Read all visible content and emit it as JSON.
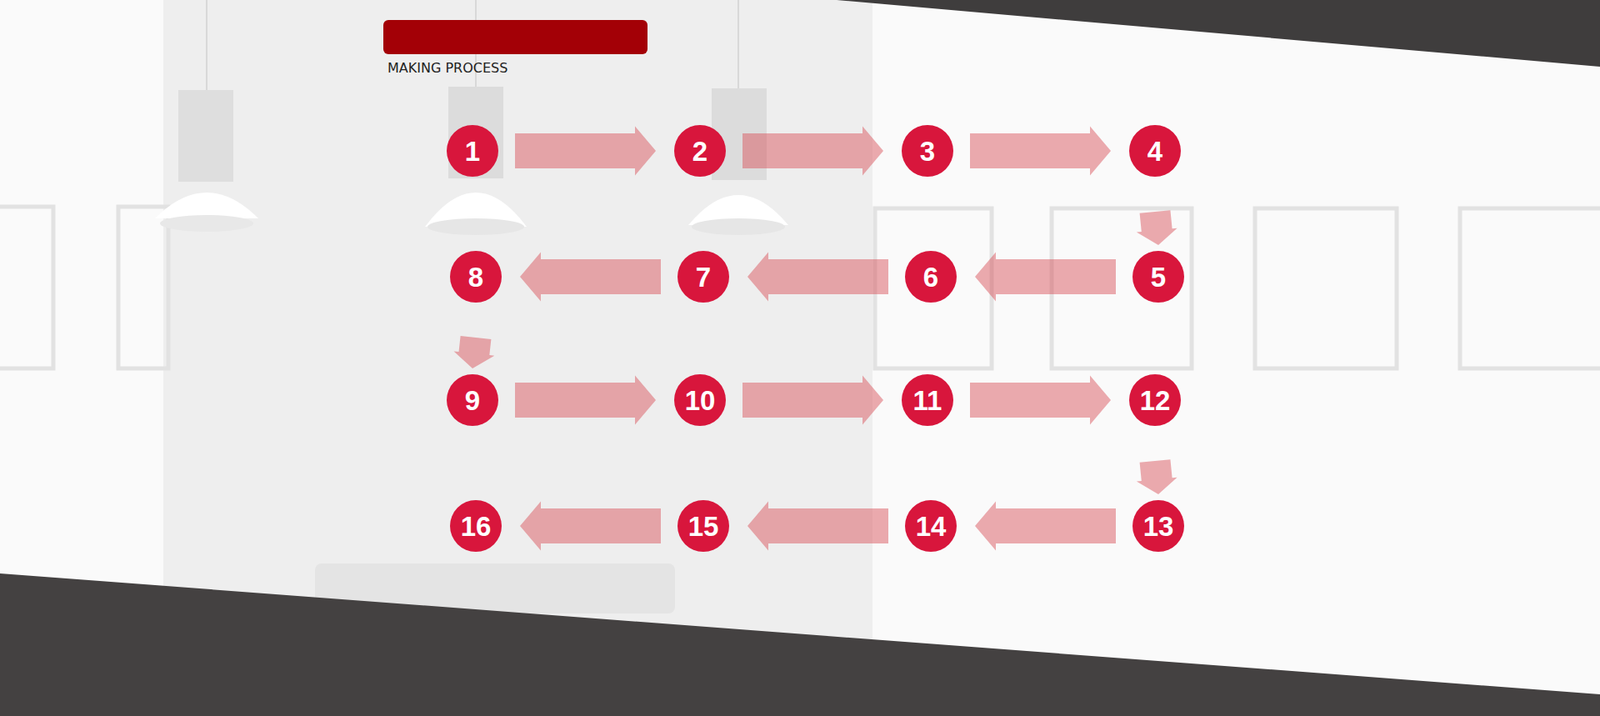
{
  "diagram": {
    "title": "MAKING PROCESS",
    "nodes": [
      {
        "text": [
          "1"
        ]
      },
      {
        "text": [
          "2"
        ]
      },
      {
        "text": [
          "3"
        ]
      },
      {
        "text": [
          "4"
        ]
      },
      {
        "text": [
          "5"
        ]
      },
      {
        "text": [
          "6"
        ]
      },
      {
        "text": [
          "7"
        ]
      },
      {
        "text": [
          "8"
        ]
      },
      {
        "text": [
          "9"
        ]
      },
      {
        "text": [
          "10"
        ]
      },
      {
        "text": [
          "11"
        ]
      },
      {
        "text": [
          "12"
        ]
      },
      {
        "text": [
          "13"
        ]
      },
      {
        "text": [
          "14"
        ]
      },
      {
        "text": [
          "15"
        ]
      },
      {
        "text": [
          "16"
        ]
      }
    ],
    "edges": [
      {
        "from": 0,
        "to": 1,
        "arrow": "to"
      },
      {
        "from": 1,
        "to": 2,
        "arrow": "to"
      },
      {
        "from": 2,
        "to": 3,
        "arrow": "to"
      },
      {
        "from": 3,
        "to": 4,
        "arrow": "to"
      },
      {
        "from": 4,
        "to": 5,
        "arrow": "to"
      },
      {
        "from": 5,
        "to": 6,
        "arrow": "to"
      },
      {
        "from": 6,
        "to": 7,
        "arrow": "to"
      },
      {
        "from": 7,
        "to": 8,
        "arrow": "to"
      },
      {
        "from": 8,
        "to": 9,
        "arrow": "to"
      },
      {
        "from": 9,
        "to": 10,
        "arrow": "to"
      },
      {
        "from": 10,
        "to": 11,
        "arrow": "to"
      },
      {
        "from": 11,
        "to": 12,
        "arrow": "to"
      },
      {
        "from": 12,
        "to": 13,
        "arrow": "to"
      },
      {
        "from": 13,
        "to": 14,
        "arrow": "to"
      },
      {
        "from": 14,
        "to": 15,
        "arrow": "to"
      }
    ]
  }
}
